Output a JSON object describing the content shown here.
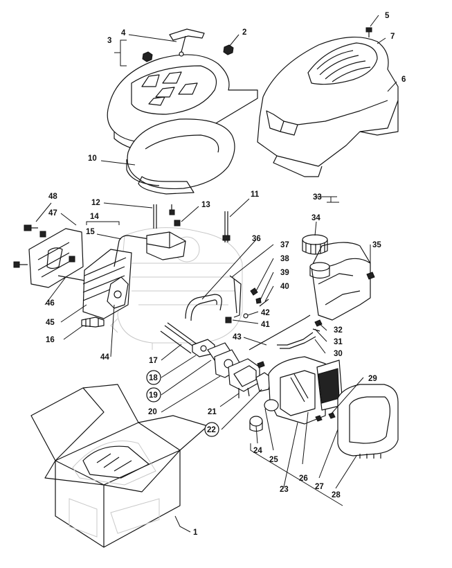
{
  "labels": [
    {
      "id": "1",
      "text": "1"
    },
    {
      "id": "2",
      "text": "2"
    },
    {
      "id": "3",
      "text": "3"
    },
    {
      "id": "4",
      "text": "4"
    },
    {
      "id": "5",
      "text": "5"
    },
    {
      "id": "6",
      "text": "6"
    },
    {
      "id": "7",
      "text": "7"
    },
    {
      "id": "10",
      "text": "10"
    },
    {
      "id": "11",
      "text": "11"
    },
    {
      "id": "12",
      "text": "12"
    },
    {
      "id": "13",
      "text": "13"
    },
    {
      "id": "14",
      "text": "14"
    },
    {
      "id": "15",
      "text": "15"
    },
    {
      "id": "16",
      "text": "16"
    },
    {
      "id": "17",
      "text": "17"
    },
    {
      "id": "18",
      "text": "18"
    },
    {
      "id": "19",
      "text": "19"
    },
    {
      "id": "20",
      "text": "20"
    },
    {
      "id": "21",
      "text": "21"
    },
    {
      "id": "22",
      "text": "22"
    },
    {
      "id": "23",
      "text": "23"
    },
    {
      "id": "24",
      "text": "24"
    },
    {
      "id": "25",
      "text": "25"
    },
    {
      "id": "26",
      "text": "26"
    },
    {
      "id": "27",
      "text": "27"
    },
    {
      "id": "28",
      "text": "28"
    },
    {
      "id": "29",
      "text": "29"
    },
    {
      "id": "30",
      "text": "30"
    },
    {
      "id": "31",
      "text": "31"
    },
    {
      "id": "32",
      "text": "32"
    },
    {
      "id": "33",
      "text": "33"
    },
    {
      "id": "34",
      "text": "34"
    },
    {
      "id": "35",
      "text": "35"
    },
    {
      "id": "36",
      "text": "36"
    },
    {
      "id": "37",
      "text": "37"
    },
    {
      "id": "38",
      "text": "38"
    },
    {
      "id": "39",
      "text": "39"
    },
    {
      "id": "40",
      "text": "40"
    },
    {
      "id": "41",
      "text": "41"
    },
    {
      "id": "42",
      "text": "42"
    },
    {
      "id": "43",
      "text": "43"
    },
    {
      "id": "44",
      "text": "44"
    },
    {
      "id": "45",
      "text": "45"
    },
    {
      "id": "46",
      "text": "46"
    },
    {
      "id": "47",
      "text": "47"
    },
    {
      "id": "48",
      "text": "48"
    }
  ],
  "circled_labels": [
    "18",
    "19",
    "22"
  ]
}
